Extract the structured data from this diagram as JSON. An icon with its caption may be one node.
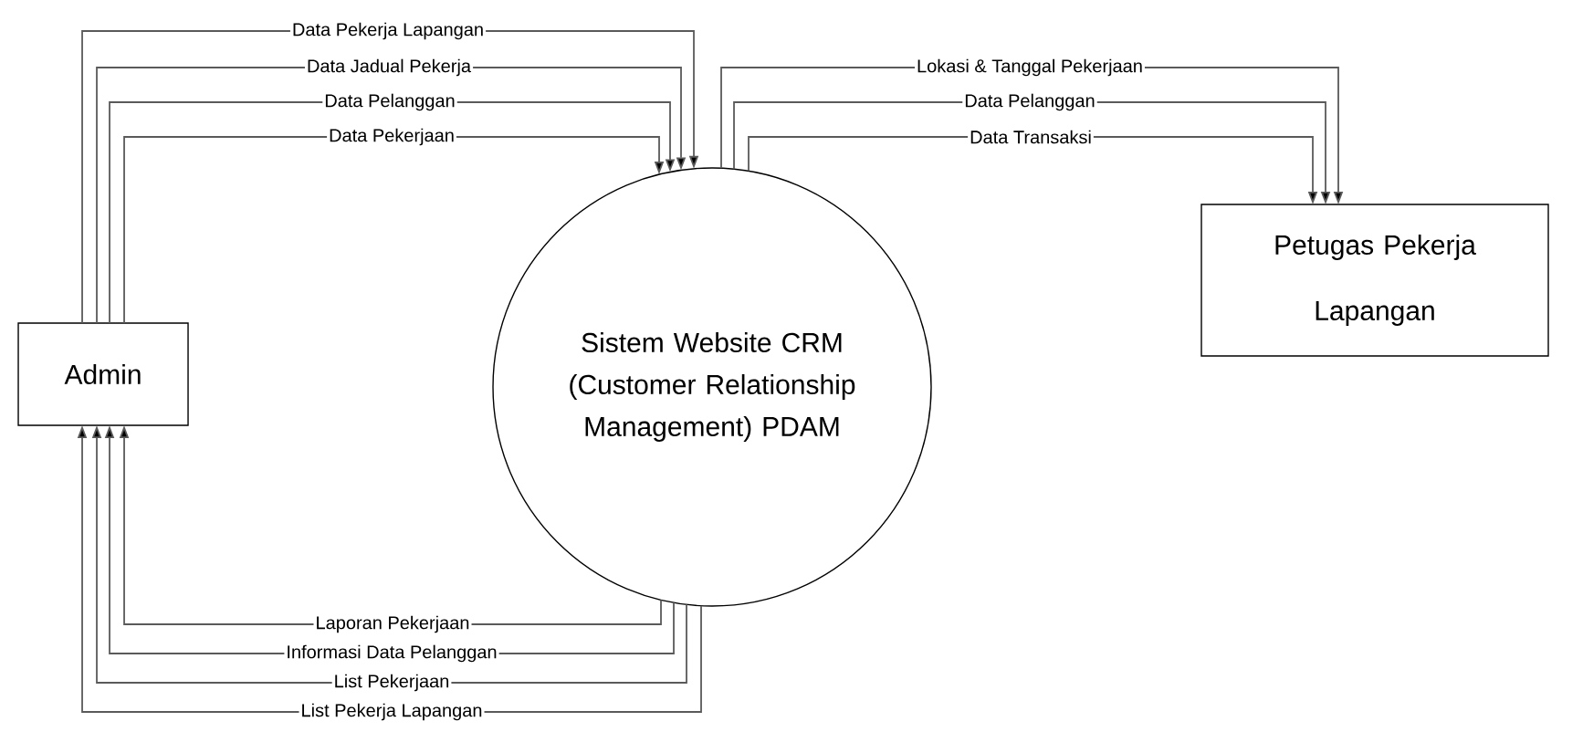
{
  "diagram": {
    "nodes": [
      {
        "text": [
          "Admin"
        ]
      },
      {
        "text": [
          "Sistem Website CRM (Customer Relationship Management) PDAM"
        ]
      },
      {
        "text": [
          "Petugas Pekerja Lapangan"
        ]
      }
    ],
    "edges": [
      {
        "from": 0,
        "to": 1,
        "arrow": "to",
        "label": "Data Pekerja Lapangan"
      },
      {
        "from": 0,
        "to": 1,
        "arrow": "to",
        "label": "Data Jadual Pekerja"
      },
      {
        "from": 0,
        "to": 1,
        "arrow": "to",
        "label": "Data Pelanggan"
      },
      {
        "from": 0,
        "to": 1,
        "arrow": "to",
        "label": "Data Pekerjaan"
      },
      {
        "from": 1,
        "to": 2,
        "arrow": "to",
        "label": "Lokasi & Tanggal Pekerjaan"
      },
      {
        "from": 1,
        "to": 2,
        "arrow": "to",
        "label": "Data Pelanggan"
      },
      {
        "from": 1,
        "to": 2,
        "arrow": "to",
        "label": "Data Transaksi"
      },
      {
        "from": 1,
        "to": 0,
        "arrow": "to",
        "label": "Laporan Pekerjaan"
      },
      {
        "from": 1,
        "to": 0,
        "arrow": "to",
        "label": "Informasi Data Pelanggan"
      },
      {
        "from": 1,
        "to": 0,
        "arrow": "to",
        "label": "List Pekerjaan"
      },
      {
        "from": 1,
        "to": 0,
        "arrow": "to",
        "label": "List Pekerja Lapangan"
      }
    ]
  }
}
